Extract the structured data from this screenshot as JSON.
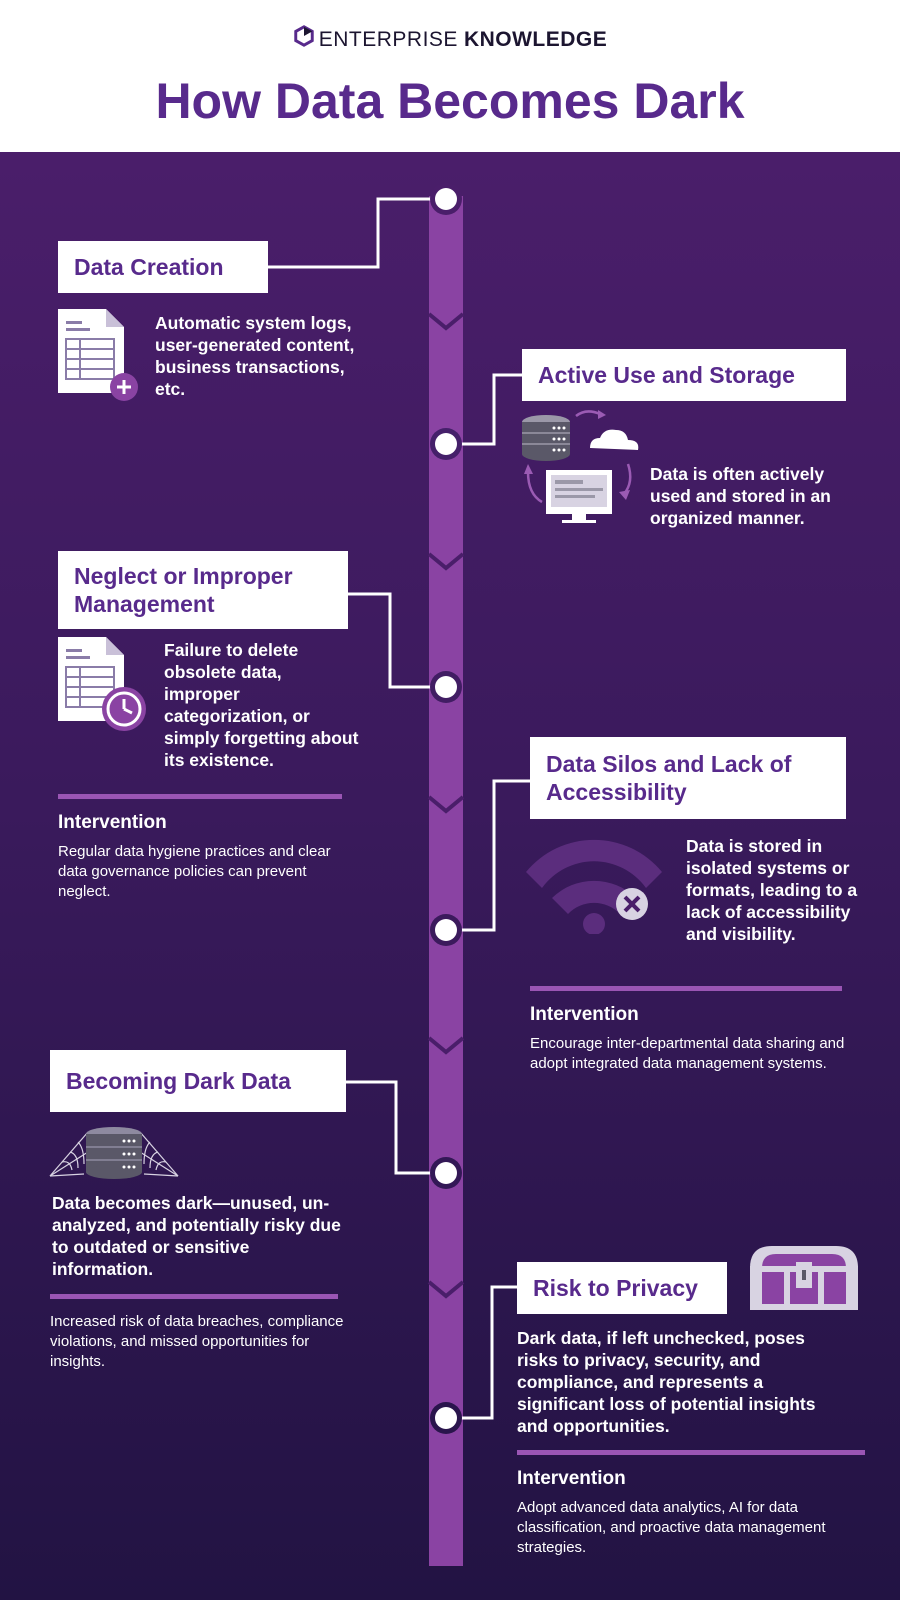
{
  "brand": {
    "name_light": "ENTERPRISE",
    "name_bold": "KNOWLEDGE",
    "accent": "#582a8c"
  },
  "title": "How Data Becomes Dark",
  "colors": {
    "title_purple": "#582a8c",
    "timeline_track": "#8a43a3",
    "divider": "#9a55b4",
    "background_top": "#4a1e6a",
    "background_bottom": "#221343"
  },
  "stages": [
    {
      "title": "Data Creation",
      "description": "Automatic system logs, user-generated content, business transactions, etc.",
      "icon": "document-plus-icon"
    },
    {
      "title": "Active Use and Storage",
      "description": "Data is often actively used and stored in an organized manner.",
      "icon": "server-cloud-computer-icon"
    },
    {
      "title": "Neglect or Improper Management",
      "description": "Failure to delete obsolete data, improper categorization, or simply forgetting about its existence.",
      "icon": "document-clock-icon",
      "intervention_label": "Intervention",
      "intervention": "Regular data hygiene practices and clear data governance policies can prevent neglect."
    },
    {
      "title": "Data Silos and Lack of Accessibility",
      "description": "Data is stored in isolated systems or formats, leading to a lack of accessibility and visibility.",
      "icon": "wifi-disconnected-icon",
      "intervention_label": "Intervention",
      "intervention": "Encourage inter-departmental data sharing and adopt integrated data management systems."
    },
    {
      "title": "Becoming Dark Data",
      "description": "Data becomes dark—unused, un-analyzed, and potentially risky due to outdated or sensitive information.",
      "icon": "cobweb-database-icon",
      "consequence": "Increased risk of data breaches, compliance violations, and missed opportunities for insights."
    },
    {
      "title": "Risk to Privacy",
      "description": "Dark data, if left unchecked, poses risks to privacy, security, and compliance, and represents a significant loss of potential insights and opportunities.",
      "icon": "treasure-chest-icon",
      "intervention_label": "Intervention",
      "intervention": "Adopt advanced data analytics, AI for data classification, and proactive data management strategies."
    }
  ]
}
